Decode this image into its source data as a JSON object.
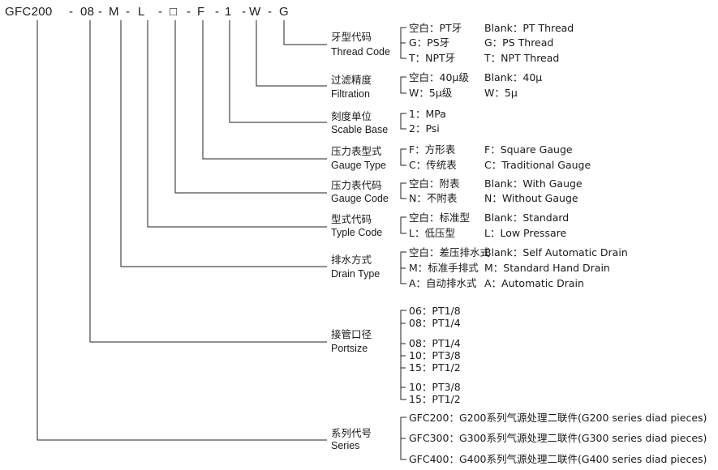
{
  "model_code": [
    "GFC200",
    "-",
    "08",
    "-",
    "M",
    "-",
    "L",
    "-",
    "□",
    "-",
    "F",
    "-",
    "1",
    "-",
    "W",
    "-",
    "G"
  ],
  "groups": [
    {
      "id": "thread",
      "label_cn": "牙型代码",
      "label_en": "Thread Code",
      "options": [
        [
          "空白：PT牙",
          "Blank：PT Thread"
        ],
        [
          "G：PS牙",
          "G：PS Thread"
        ],
        [
          "T：NPT牙",
          "T：NPT Thread"
        ]
      ]
    },
    {
      "id": "filtration",
      "label_cn": "过滤精度",
      "label_en": "Filtration",
      "options": [
        [
          "空白：40μ级",
          "Blank：40μ"
        ],
        [
          "W：5μ级",
          "W：5μ"
        ]
      ]
    },
    {
      "id": "scale",
      "label_cn": "刻度单位",
      "label_en": "Scable Base",
      "options": [
        [
          "1：MPa",
          ""
        ],
        [
          "2：Psi",
          ""
        ]
      ]
    },
    {
      "id": "gauge-type",
      "label_cn": "压力表型式",
      "label_en": "Gauge Type",
      "options": [
        [
          "F：方形表",
          "F：Square Gauge"
        ],
        [
          "C：传统表",
          "C：Traditional Gauge"
        ]
      ]
    },
    {
      "id": "gauge-code",
      "label_cn": "压力表代码",
      "label_en": "Gauge Code",
      "options": [
        [
          "空白：附表",
          "Blank：With Gauge"
        ],
        [
          "N：不附表",
          "N：Without Gauge"
        ]
      ]
    },
    {
      "id": "type",
      "label_cn": "型式代码",
      "label_en": "Typle Code",
      "options": [
        [
          "空白：标准型",
          "Blank：Standard"
        ],
        [
          "L：低压型",
          "L：Low Pressare"
        ]
      ]
    },
    {
      "id": "drain",
      "label_cn": "排水方式",
      "label_en": "Drain Type",
      "options": [
        [
          "空白：差压排水式",
          "Blank：Self Automatic Drain"
        ],
        [
          "M：标准手排式",
          "M：Standard Hand Drain"
        ],
        [
          "A：自动排水式",
          "A：Automatic Drain"
        ]
      ]
    },
    {
      "id": "portsize",
      "label_cn": "接管口径",
      "label_en": "Portsize",
      "options": [
        [
          "06：PT1/8",
          ""
        ],
        [
          "08：PT1/4",
          ""
        ],
        [
          "08：PT1/4",
          ""
        ],
        [
          "10：PT3/8",
          ""
        ],
        [
          "15：PT1/2",
          ""
        ],
        [
          "10：PT3/8",
          ""
        ],
        [
          "15：PT1/2",
          ""
        ]
      ]
    },
    {
      "id": "series",
      "label_cn": "系列代号",
      "label_en": "Series",
      "options": [
        [
          "GFC200：G200系列气源处理二联件(G200 series diad pieces)",
          ""
        ],
        [
          "GFC300：G300系列气源处理二联件(G300 series diad pieces)",
          ""
        ],
        [
          "GFC400：G400系列气源处理二联件(G400 series diad pieces)",
          ""
        ]
      ]
    }
  ]
}
